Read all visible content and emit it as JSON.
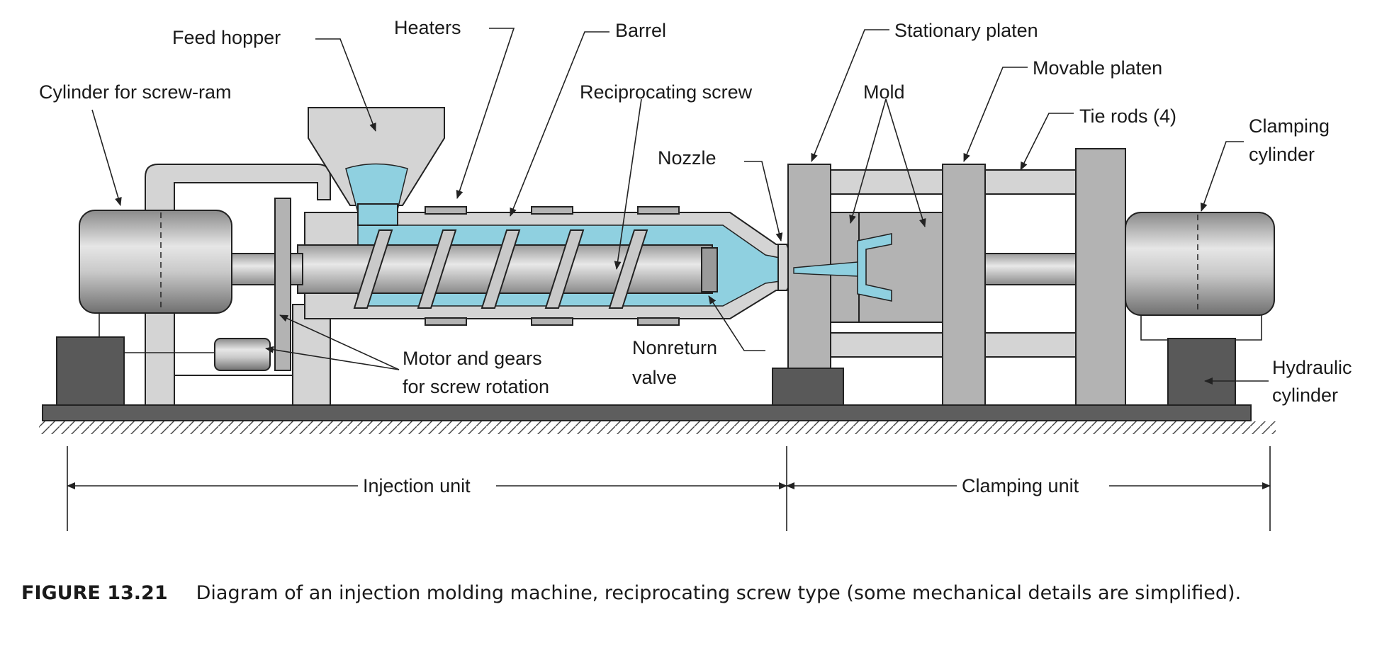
{
  "diagram": {
    "labels": {
      "feed_hopper": "Feed hopper",
      "heaters": "Heaters",
      "barrel": "Barrel",
      "cylinder_screw_ram": "Cylinder for screw-ram",
      "reciprocating_screw": "Reciprocating screw",
      "stationary_platen": "Stationary platen",
      "movable_platen": "Movable platen",
      "mold": "Mold",
      "tie_rods": "Tie rods (4)",
      "clamping_cylinder_1": "Clamping",
      "clamping_cylinder_2": "cylinder",
      "nozzle": "Nozzle",
      "nonreturn_valve_1": "Nonreturn",
      "nonreturn_valve_2": "valve",
      "motor_gears_1": "Motor and gears",
      "motor_gears_2": "for screw rotation",
      "hydraulic_cylinder_1": "Hydraulic",
      "hydraulic_cylinder_2": "cylinder",
      "injection_unit": "Injection unit",
      "clamping_unit": "Clamping unit"
    },
    "colors": {
      "melt": "#8fd0e0",
      "metal_light": "#d4d4d4",
      "metal_mid": "#b3b3b3",
      "metal_dark": "#595959",
      "base": "#5e5e5e"
    }
  },
  "caption": {
    "number": "FIGURE 13.21",
    "text": "Diagram of an injection molding machine, reciprocating screw type (some mechanical details are simplified)."
  }
}
